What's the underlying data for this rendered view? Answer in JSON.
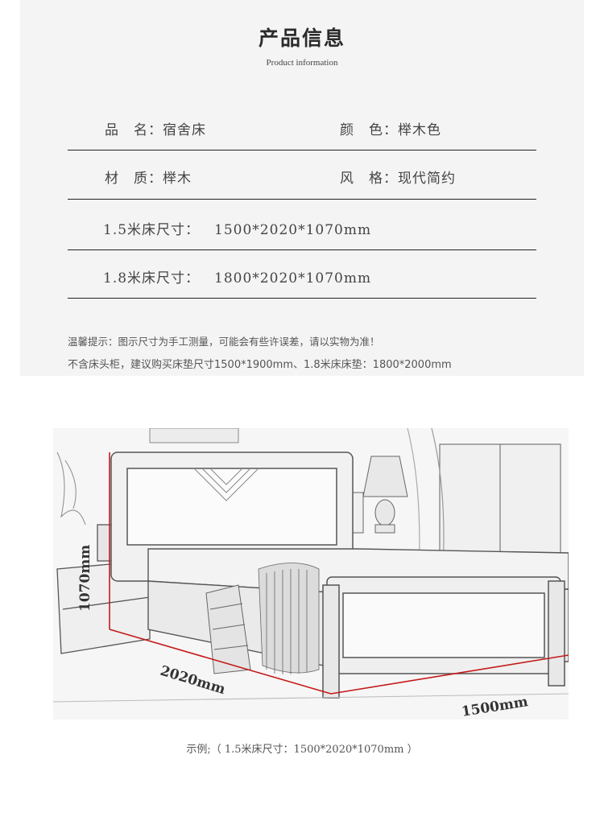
{
  "header": {
    "title": "产品信息",
    "subtitle": "Product information"
  },
  "specs": {
    "name_label": "品　名：",
    "name_value": "宿舍床",
    "color_label": "颜　色：",
    "color_value": "榉木色",
    "material_label": "材　质：",
    "material_value": "榉木",
    "style_label": "风　格：",
    "style_value": "现代简约",
    "size15_label": "1.5米床尺寸：",
    "size15_value": "1500*2020*1070mm",
    "size18_label": "1.8米床尺寸：",
    "size18_value": "1800*2020*1070mm"
  },
  "notes": {
    "line1": "温馨提示：图示尺寸为手工测量，可能会有些许误差，请以实物为准！",
    "line2": "不含床头柜，建议购买床垫尺寸1500*1900mm、1.8米床床垫：1800*2000mm"
  },
  "diagram": {
    "height_label": "1070mm",
    "length_label": "2020mm",
    "width_label": "1500mm"
  },
  "caption": "示例;（ 1.5米床尺寸：1500*2020*1070mm ）",
  "colors": {
    "panel_bg": "#f4f4f4",
    "dimension_line": "#c41a1a",
    "rule": "#222222"
  }
}
